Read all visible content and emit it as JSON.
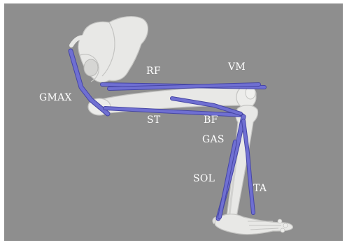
{
  "muscle_labels": {
    "rf": "RF",
    "vm": "VM",
    "gmax": "GMAX",
    "st": "ST",
    "bf": "BF",
    "gas": "GAS",
    "sol": "SOL",
    "ta": "TA"
  },
  "colors": {
    "background": "#8e8e8e",
    "bone": "#e8e8e6",
    "bone_shadow": "#c4c4c2",
    "muscle": "#6f6fd2",
    "muscle_edge": "#4646a4",
    "label": "#ffffff"
  }
}
